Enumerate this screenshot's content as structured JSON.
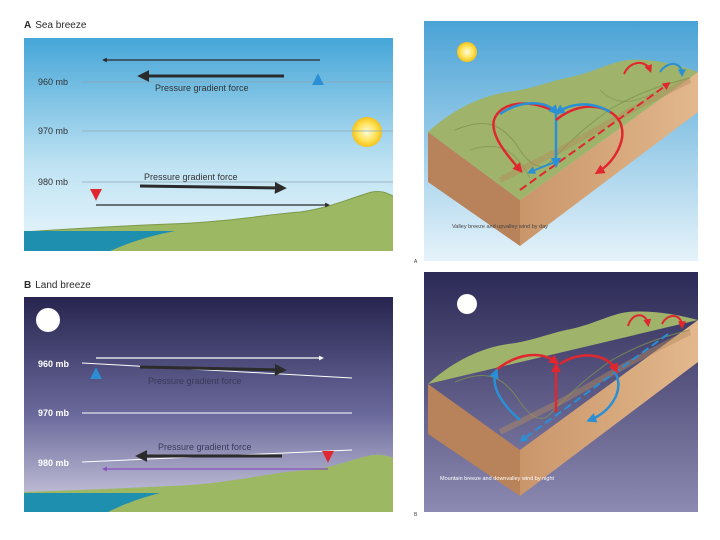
{
  "panel_a": {
    "letter": "A",
    "title": "Sea breeze",
    "levels": [
      "960 mb",
      "970 mb",
      "980 mb"
    ],
    "upper_force_label": "Pressure gradient force",
    "lower_force_label": "Pressure gradient force"
  },
  "panel_b": {
    "letter": "B",
    "title": "Land breeze",
    "levels": [
      "960 mb",
      "970 mb",
      "980 mb"
    ],
    "upper_force_label": "Pressure gradient force",
    "lower_force_label": "Pressure gradient force"
  },
  "valley_day": {
    "caption": "Valley breeze and upvalley wind by day",
    "letter": "A"
  },
  "valley_night": {
    "caption": "Mountain breeze and downvalley wind by night",
    "letter": "B"
  },
  "colors": {
    "warm_arrow": "#e0272f",
    "cool_arrow": "#2a8fd4",
    "day_sky_top": "#4aa8d8",
    "night_sky_top": "#2c2a5a",
    "land": "#9db863",
    "sea": "#1f8fb0",
    "force_arrow": "#2b2b2b"
  }
}
